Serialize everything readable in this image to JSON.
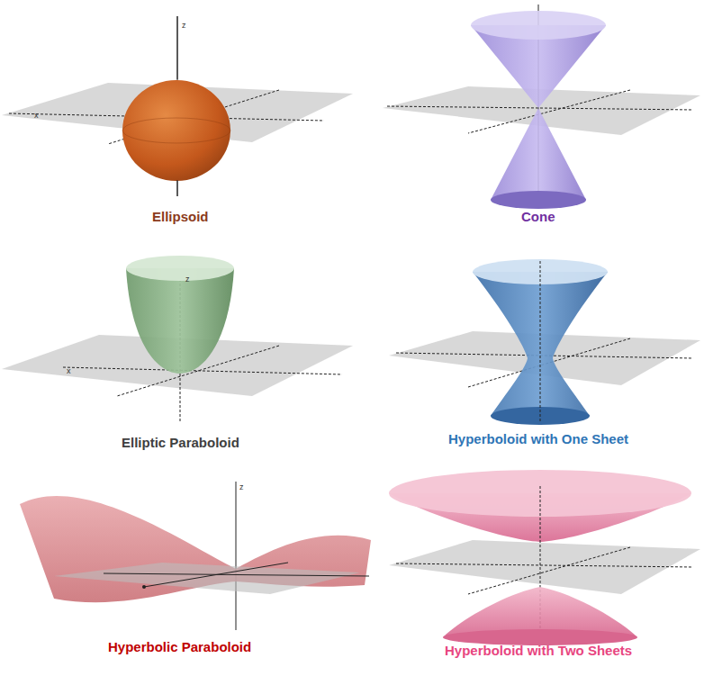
{
  "diagram": {
    "labels": [
      "Ellipsoid",
      "Cone",
      "Elliptic Paraboloid",
      "Hyperboloid with One Sheet",
      "Hyperbolic Paraboloid",
      "Hyperboloid with Two Sheets",
      "z",
      "x",
      "z",
      "x",
      "z"
    ]
  }
}
